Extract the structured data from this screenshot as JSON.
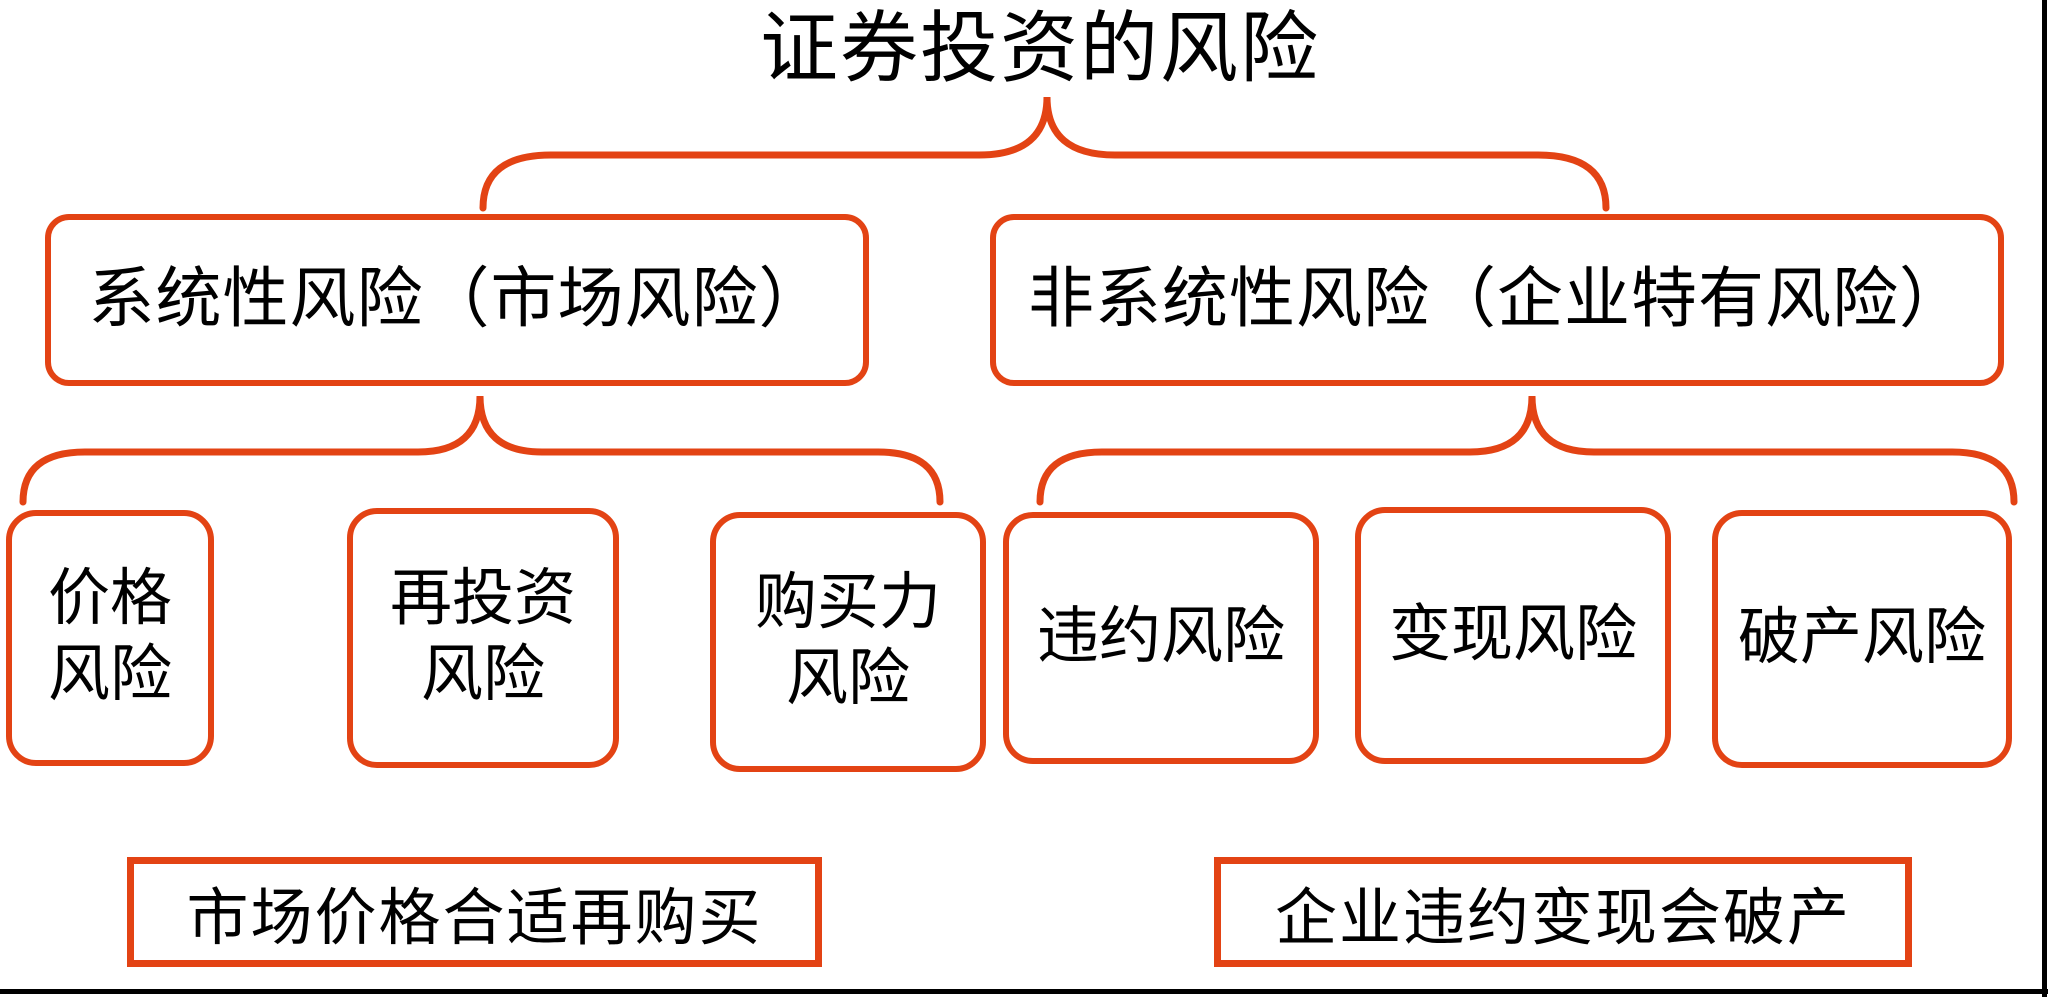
{
  "diagram": {
    "title": "证券投资的风险",
    "colors": {
      "accent": "#e34314",
      "text": "#000000",
      "frame_line": "#000000",
      "background": "#ffffff"
    },
    "level1": [
      {
        "label": "系统性风险（市场风险）"
      },
      {
        "label": "非系统性风险（企业特有风险）"
      }
    ],
    "level2_left": [
      {
        "label": "价格\n风险"
      },
      {
        "label": "再投资\n风险"
      },
      {
        "label": "购买力\n风险"
      }
    ],
    "level2_right": [
      {
        "label": "违约风险"
      },
      {
        "label": "变现风险"
      },
      {
        "label": "破产风险"
      }
    ],
    "notes": [
      {
        "label": "市场价格合适再购买"
      },
      {
        "label": "企业违约变现会破产"
      }
    ]
  }
}
